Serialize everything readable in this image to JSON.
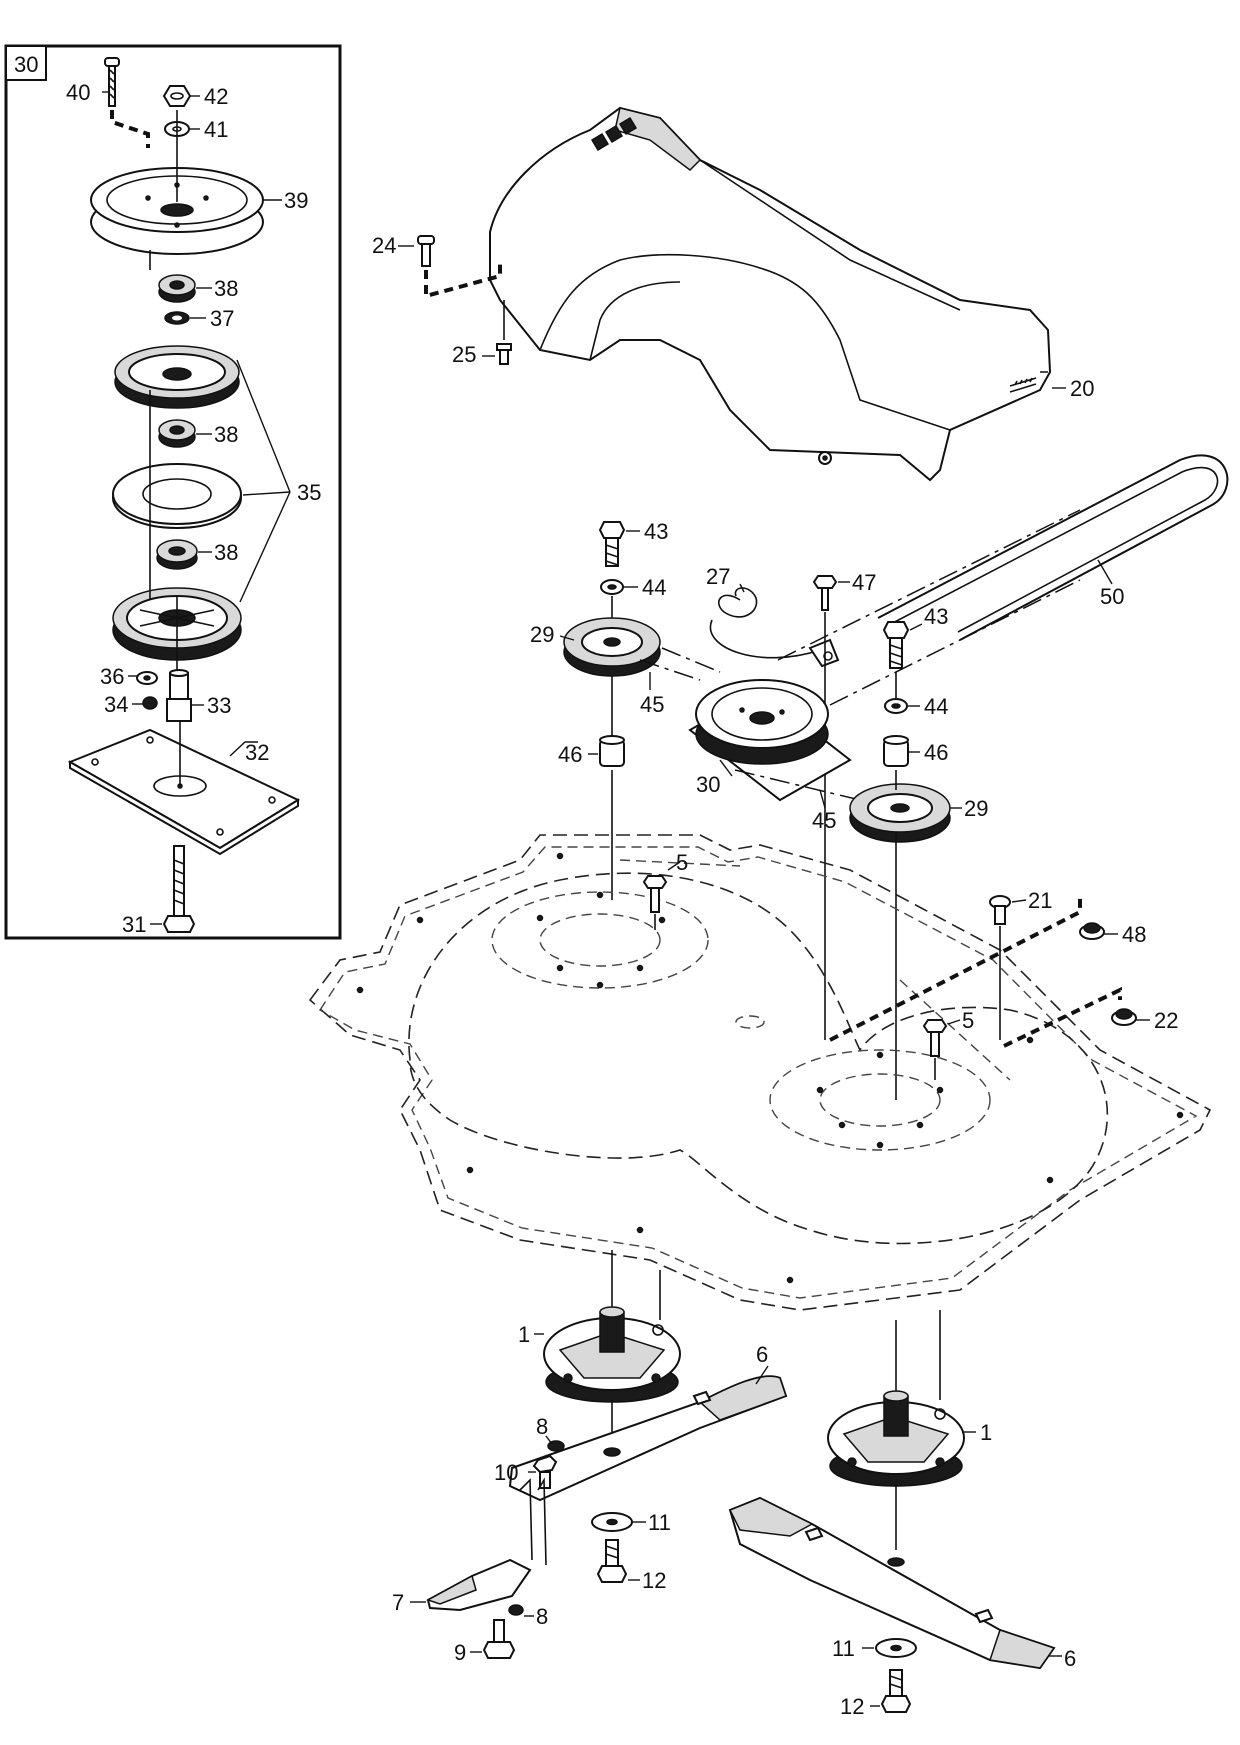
{
  "callouts": {
    "inset_box": "30",
    "p40": "40",
    "p42": "42",
    "p41": "41",
    "p39": "39",
    "p38a": "38",
    "p37": "37",
    "p38b": "38",
    "p35": "35",
    "p38c": "38",
    "p36": "36",
    "p34": "34",
    "p33": "33",
    "p32": "32",
    "p31": "31",
    "p24": "24",
    "p25": "25",
    "p20": "20",
    "p43a": "43",
    "p44a": "44",
    "p27": "27",
    "p47": "47",
    "p50": "50",
    "p29a": "29",
    "p43b": "43",
    "p44b": "44",
    "p45a": "45",
    "p46a": "46",
    "p46b": "46",
    "p30": "30",
    "p29b": "29",
    "p45b": "45",
    "p5a": "5",
    "p21": "21",
    "p48": "48",
    "p22": "22",
    "p5b": "5",
    "p1a": "1",
    "p6a": "6",
    "p8a": "8",
    "p10": "10",
    "p11a": "11",
    "p12a": "12",
    "p7": "7",
    "p8b": "8",
    "p9": "9",
    "p1b": "1",
    "p11b": "11",
    "p6b": "6",
    "p12b": "12"
  }
}
